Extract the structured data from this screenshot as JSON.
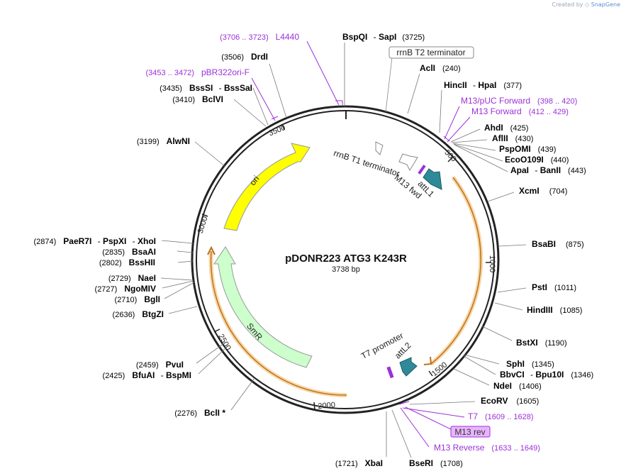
{
  "credit": {
    "prefix": "Created by",
    "brand": "SnapGene"
  },
  "plasmid": {
    "name": "pDONR223 ATG3 K243R",
    "size": "3738 bp",
    "length": 3738
  },
  "colors": {
    "primer": "#9b30d9",
    "enzyme": "#000000",
    "ori": "#ffff00",
    "smr": "#ccffcc",
    "attL": "#2e8a99",
    "terminator": "#ffffff",
    "orange_feature": "#d77f1f"
  },
  "ticks": [
    "500",
    "1000",
    "1500",
    "2000",
    "2500",
    "3000",
    "3500"
  ],
  "enzymes": [
    {
      "names": [
        "BspQI",
        "SapI"
      ],
      "pos": "(3725)"
    },
    {
      "names": [
        "AclI"
      ],
      "pos": "(240)"
    },
    {
      "names": [
        "HincII",
        "HpaI"
      ],
      "pos": "(377)"
    },
    {
      "names": [
        "AhdI"
      ],
      "pos": "(425)"
    },
    {
      "names": [
        "AflII"
      ],
      "pos": "(430)"
    },
    {
      "names": [
        "PspOMI"
      ],
      "pos": "(439)"
    },
    {
      "names": [
        "EcoO109I"
      ],
      "pos": "(440)"
    },
    {
      "names": [
        "ApaI",
        "BanII"
      ],
      "pos": "(443)"
    },
    {
      "names": [
        "XcmI"
      ],
      "pos": "(704)"
    },
    {
      "names": [
        "BsaBI"
      ],
      "pos": "(875)"
    },
    {
      "names": [
        "PstI"
      ],
      "pos": "(1011)"
    },
    {
      "names": [
        "HindIII"
      ],
      "pos": "(1085)"
    },
    {
      "names": [
        "BstXI"
      ],
      "pos": "(1190)"
    },
    {
      "names": [
        "SphI"
      ],
      "pos": "(1345)"
    },
    {
      "names": [
        "BbvCI",
        "Bpu10I"
      ],
      "pos": "(1346)"
    },
    {
      "names": [
        "NdeI"
      ],
      "pos": "(1406)"
    },
    {
      "names": [
        "EcoRV"
      ],
      "pos": "(1605)"
    },
    {
      "names": [
        "BseRI"
      ],
      "pos": "(1708)"
    },
    {
      "names": [
        "XbaI"
      ],
      "pos": "(1721)"
    },
    {
      "names": [
        "BclI *"
      ],
      "pos": "(2276)"
    },
    {
      "names": [
        "BfuAI",
        "BspMI"
      ],
      "pos": "(2425)"
    },
    {
      "names": [
        "PvuI"
      ],
      "pos": "(2459)"
    },
    {
      "names": [
        "BtgZI"
      ],
      "pos": "(2636)"
    },
    {
      "names": [
        "BglI"
      ],
      "pos": "(2710)"
    },
    {
      "names": [
        "NgoMIV"
      ],
      "pos": "(2727)"
    },
    {
      "names": [
        "NaeI"
      ],
      "pos": "(2729)"
    },
    {
      "names": [
        "BssHII"
      ],
      "pos": "(2802)"
    },
    {
      "names": [
        "BsaAI"
      ],
      "pos": "(2835)"
    },
    {
      "names": [
        "PaeR7I",
        "PspXI",
        "XhoI"
      ],
      "pos": "(2874)"
    },
    {
      "names": [
        "AlwNI"
      ],
      "pos": "(3199)"
    },
    {
      "names": [
        "BclVI"
      ],
      "pos": "(3410)"
    },
    {
      "names": [
        "BssSI",
        "BssSaI"
      ],
      "pos": "(3435)"
    },
    {
      "names": [
        "DrdI"
      ],
      "pos": "(3506)"
    }
  ],
  "primers": [
    {
      "name": "L4440",
      "range": "(3706 .. 3723)"
    },
    {
      "name": "pBR322ori-F",
      "range": "(3453 .. 3472)"
    },
    {
      "name": "M13/pUC Forward",
      "range": "(398 .. 420)"
    },
    {
      "name": "M13 Forward",
      "range": "(412 .. 429)"
    },
    {
      "name": "T7",
      "range": "(1609 .. 1628)"
    },
    {
      "name": "M13 rev",
      "range": ""
    },
    {
      "name": "M13 Reverse",
      "range": "(1633 .. 1649)"
    }
  ],
  "features": [
    {
      "name": "rrnB T2 terminator"
    },
    {
      "name": "rrnB T1 terminator"
    },
    {
      "name": "M13 fwd"
    },
    {
      "name": "attL1"
    },
    {
      "name": "T7 promoter"
    },
    {
      "name": "attL2"
    },
    {
      "name": "ori"
    },
    {
      "name": "SmR"
    }
  ]
}
